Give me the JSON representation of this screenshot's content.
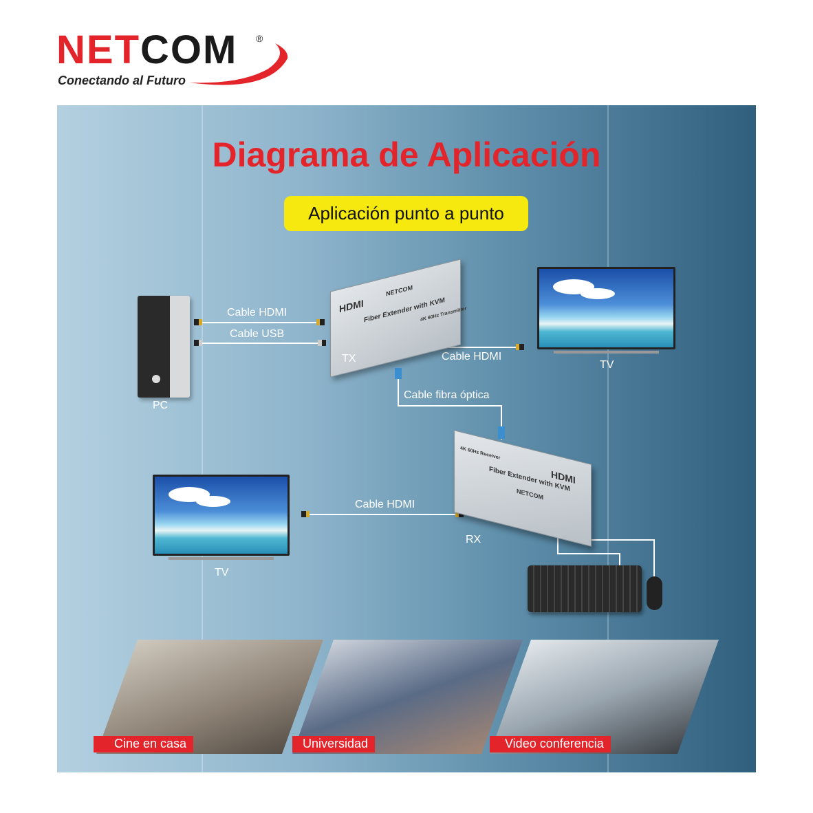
{
  "logo": {
    "brand_part1": "NET",
    "brand_part2": "COM",
    "registered": "®",
    "slogan": "Conectando al Futuro"
  },
  "title": "Diagrama de Aplicación",
  "subtitle": "Aplicación punto a punto",
  "devices": {
    "pc": "PC",
    "tx": "TX",
    "rx": "RX",
    "tv_top": "TV",
    "tv_bottom": "TV"
  },
  "device_labels": {
    "hdmi_logo": "HDMI",
    "brand": "NETCOM",
    "product": "Fiber Extender with KVM",
    "tx_note": "4K 60Hz Transmitter",
    "rx_note": "4K 60Hz Receiver"
  },
  "cables": {
    "pc_hdmi": "Cable HDMI",
    "pc_usb": "Cable USB",
    "tx_tv_hdmi": "Cable HDMI",
    "fiber": "Cable fibra óptica",
    "rx_tv_hdmi": "Cable HDMI"
  },
  "scenarios": [
    "Cine en casa",
    "Universidad",
    "Video conferencia"
  ],
  "colors": {
    "brand_red": "#e3242b",
    "pill_yellow": "#f5e90f"
  }
}
